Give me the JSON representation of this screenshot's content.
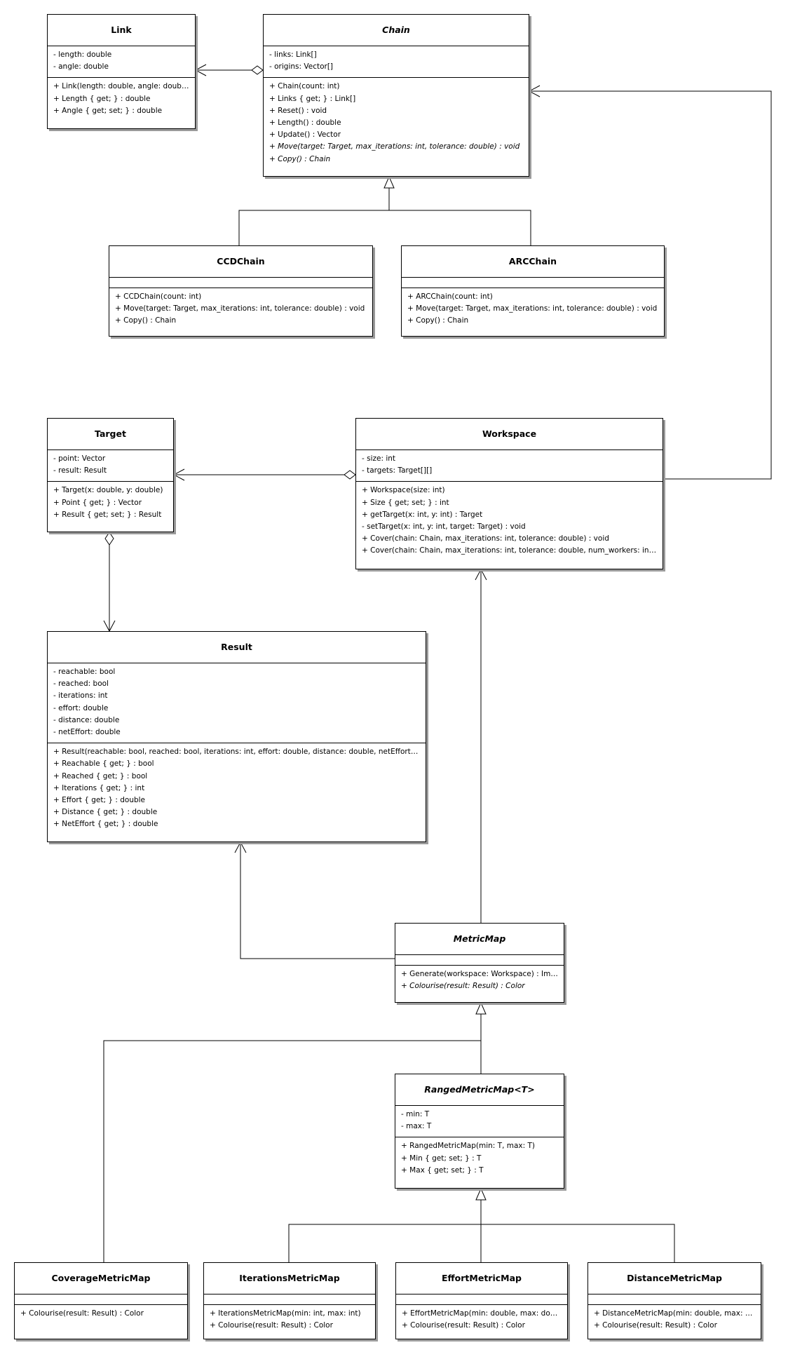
{
  "classes": {
    "link": {
      "name": "Link",
      "attributes": [
        "- length: double",
        "- angle: double"
      ],
      "operations": [
        "+ Link(length: double, angle: double)",
        "+ Length { get; } : double",
        "+ Angle { get; set; } : double"
      ]
    },
    "chain": {
      "name": "Chain",
      "attributes": [
        "- links: Link[]",
        "- origins: Vector[]"
      ],
      "operations": [
        "+ Chain(count: int)",
        "+ Links { get; } : Link[]",
        "+ Reset() : void",
        "+ Length() : double",
        "+ Update() : Vector",
        "+ Move(target: Target, max_iterations: int, tolerance: double) : void",
        "+ Copy() : Chain"
      ]
    },
    "ccdchain": {
      "name": "CCDChain",
      "operations": [
        "+ CCDChain(count: int)",
        "+ Move(target: Target, max_iterations: int, tolerance: double) : void",
        "+ Copy() : Chain"
      ]
    },
    "arcchain": {
      "name": "ARCChain",
      "operations": [
        "+ ARCChain(count: int)",
        "+ Move(target: Target, max_iterations: int, tolerance: double) : void",
        "+ Copy() : Chain"
      ]
    },
    "target": {
      "name": "Target",
      "attributes": [
        "- point: Vector",
        "- result: Result"
      ],
      "operations": [
        "+ Target(x: double, y: double)",
        "+ Point { get; } : Vector",
        "+ Result { get; set; } : Result"
      ]
    },
    "workspace": {
      "name": "Workspace",
      "attributes": [
        "- size: int",
        "- targets: Target[][]"
      ],
      "operations": [
        "+ Workspace(size: int)",
        "+ Size { get; set; } : int",
        "+ getTarget(x: int, y: int) : Target",
        "- setTarget(x: int, y: int, target: Target) : void",
        "+ Cover(chain: Chain, max_iterations: int, tolerance: double) : void",
        "+ Cover(chain: Chain, max_iterations: int, tolerance: double, num_workers: int) : void"
      ]
    },
    "result": {
      "name": "Result",
      "attributes": [
        "- reachable: bool",
        "- reached: bool",
        "- iterations: int",
        "- effort: double",
        "- distance: double",
        "- netEffort: double"
      ],
      "operations": [
        "+ Result(reachable: bool, reached: bool, iterations: int, effort: double, distance: double, netEffort: double)",
        "+ Reachable { get; } : bool",
        "+ Reached { get; } : bool",
        "+ Iterations { get; } : int",
        "+ Effort { get; } : double",
        "+ Distance { get; } : double",
        "+ NetEffort { get; } : double"
      ]
    },
    "metricmap": {
      "name": "MetricMap",
      "operations": [
        "+ Generate(workspace: Workspace) : Image",
        "+ Colourise(result: Result) : Color"
      ]
    },
    "rangedmetricmap": {
      "name": "RangedMetricMap<T>",
      "attributes": [
        "- min: T",
        "- max: T"
      ],
      "operations": [
        "+ RangedMetricMap(min: T, max: T)",
        "+ Min { get; set; } : T",
        "+ Max { get; set; } : T"
      ]
    },
    "coveragemetricmap": {
      "name": "CoverageMetricMap",
      "operations": [
        "+ Colourise(result: Result) : Color"
      ]
    },
    "iterationsmetricmap": {
      "name": "IterationsMetricMap",
      "operations": [
        "+ IterationsMetricMap(min: int, max: int)",
        "+ Colourise(result: Result) : Color"
      ]
    },
    "effortmetricmap": {
      "name": "EffortMetricMap",
      "operations": [
        "+ EffortMetricMap(min: double, max: double)",
        "+ Colourise(result: Result) : Color"
      ]
    },
    "distancemetricmap": {
      "name": "DistanceMetricMap",
      "operations": [
        "+ DistanceMetricMap(min: double, max: dou...",
        "+ Colourise(result: Result) : Color"
      ]
    }
  }
}
